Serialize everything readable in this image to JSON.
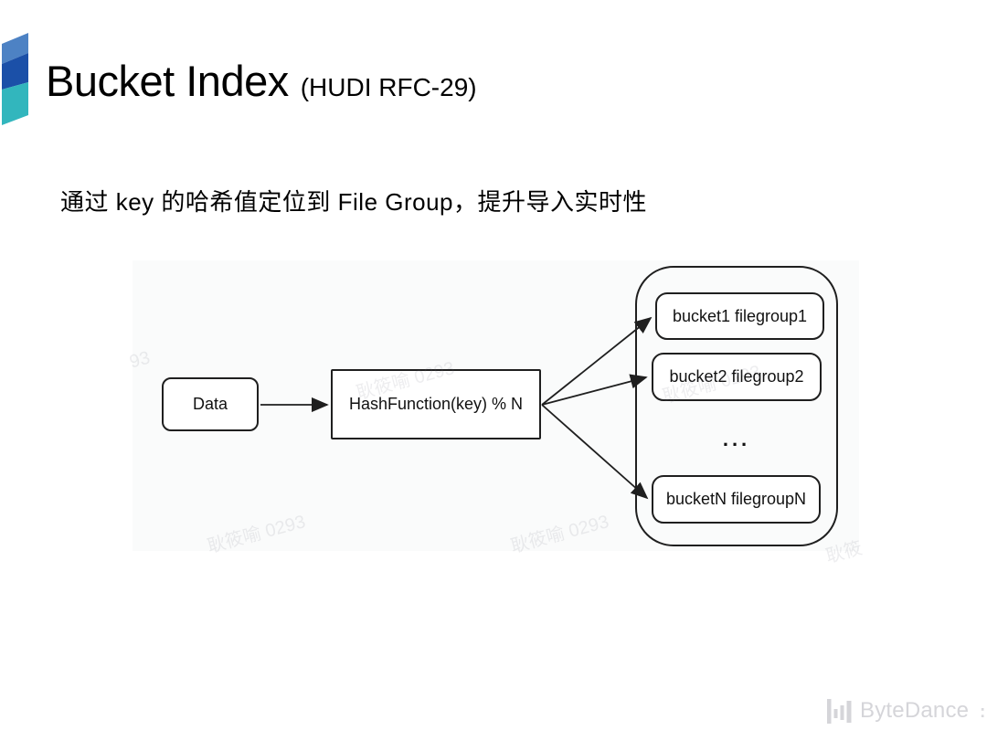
{
  "slide": {
    "title": "Bucket Index",
    "title_suffix": "(HUDI RFC-29)",
    "subtitle": "通过 key 的哈希值定位到 File Group，提升导入实时性"
  },
  "diagram": {
    "data_box_label": "Data",
    "hash_box_label": "HashFunction(key) % N",
    "buckets": [
      "bucket1 filegroup1",
      "bucket2 filegroup2",
      "bucketN filegroupN"
    ],
    "ellipsis": "..."
  },
  "watermark": {
    "text": "耿筱喻 0293",
    "fragment_left": "93",
    "fragment_right": "耿筱"
  },
  "footer": {
    "brand": "ByteDance",
    "brand_fragment": ":"
  },
  "colors": {
    "ribbon_top": "#4d82c4",
    "ribbon_mid": "#1b50a8",
    "ribbon_bottom": "#32b6bd",
    "line_color": "#1f1f1f",
    "brand_gray": "#d5d5d9"
  }
}
